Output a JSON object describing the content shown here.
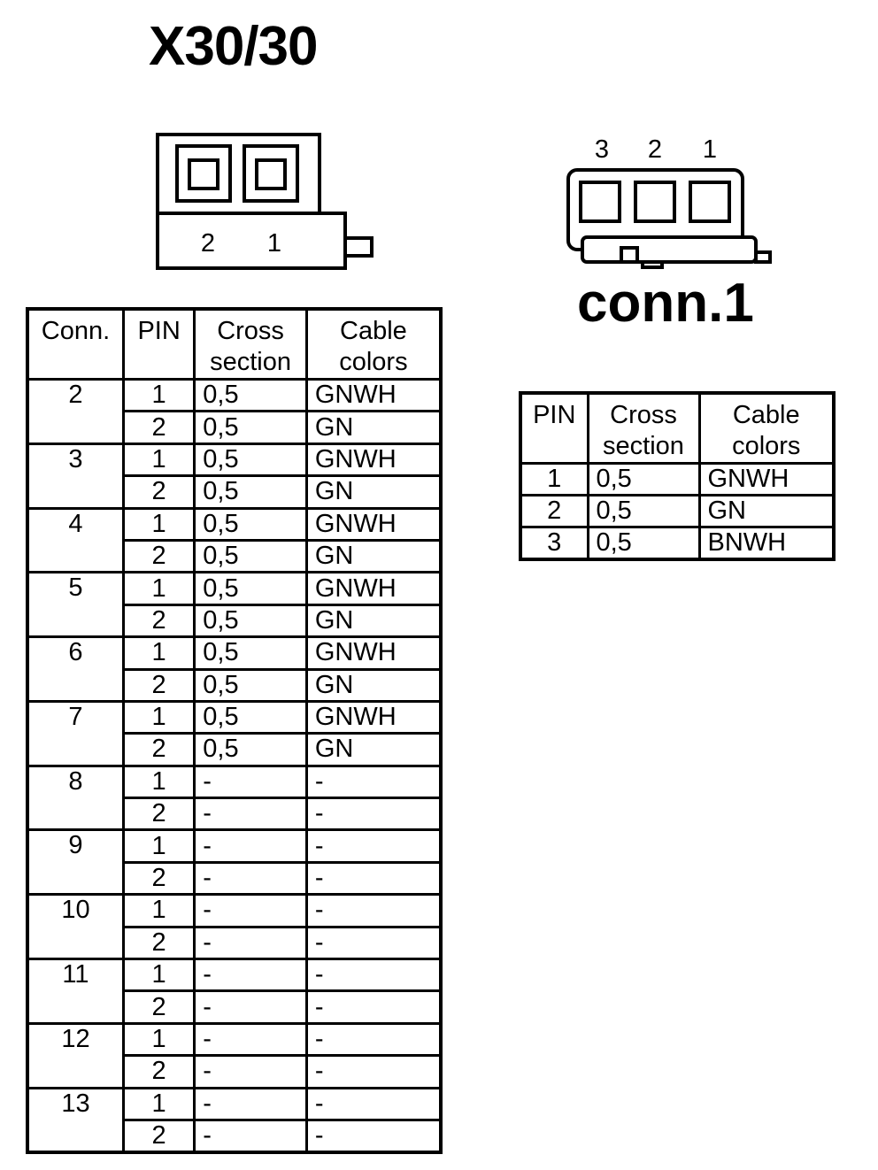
{
  "x30": {
    "title": "X30/30",
    "pin_labels": [
      "2",
      "1"
    ],
    "headers": {
      "conn": "Conn.",
      "pin": "PIN",
      "cross": [
        "Cross",
        "section"
      ],
      "cable": [
        "Cable",
        "colors"
      ]
    },
    "groups": [
      {
        "conn": "2",
        "rows": [
          {
            "pin": "1",
            "cross": "0,5",
            "color": "GNWH"
          },
          {
            "pin": "2",
            "cross": "0,5",
            "color": "GN"
          }
        ]
      },
      {
        "conn": "3",
        "rows": [
          {
            "pin": "1",
            "cross": "0,5",
            "color": "GNWH"
          },
          {
            "pin": "2",
            "cross": "0,5",
            "color": "GN"
          }
        ]
      },
      {
        "conn": "4",
        "rows": [
          {
            "pin": "1",
            "cross": "0,5",
            "color": "GNWH"
          },
          {
            "pin": "2",
            "cross": "0,5",
            "color": "GN"
          }
        ]
      },
      {
        "conn": "5",
        "rows": [
          {
            "pin": "1",
            "cross": "0,5",
            "color": "GNWH"
          },
          {
            "pin": "2",
            "cross": "0,5",
            "color": "GN"
          }
        ]
      },
      {
        "conn": "6",
        "rows": [
          {
            "pin": "1",
            "cross": "0,5",
            "color": "GNWH"
          },
          {
            "pin": "2",
            "cross": "0,5",
            "color": "GN"
          }
        ]
      },
      {
        "conn": "7",
        "rows": [
          {
            "pin": "1",
            "cross": "0,5",
            "color": "GNWH"
          },
          {
            "pin": "2",
            "cross": "0,5",
            "color": "GN"
          }
        ]
      },
      {
        "conn": "8",
        "rows": [
          {
            "pin": "1",
            "cross": "-",
            "color": "-"
          },
          {
            "pin": "2",
            "cross": "-",
            "color": "-"
          }
        ]
      },
      {
        "conn": "9",
        "rows": [
          {
            "pin": "1",
            "cross": "-",
            "color": "-"
          },
          {
            "pin": "2",
            "cross": "-",
            "color": "-"
          }
        ]
      },
      {
        "conn": "10",
        "rows": [
          {
            "pin": "1",
            "cross": "-",
            "color": "-"
          },
          {
            "pin": "2",
            "cross": "-",
            "color": "-"
          }
        ]
      },
      {
        "conn": "11",
        "rows": [
          {
            "pin": "1",
            "cross": "-",
            "color": "-"
          },
          {
            "pin": "2",
            "cross": "-",
            "color": "-"
          }
        ]
      },
      {
        "conn": "12",
        "rows": [
          {
            "pin": "1",
            "cross": "-",
            "color": "-"
          },
          {
            "pin": "2",
            "cross": "-",
            "color": "-"
          }
        ]
      },
      {
        "conn": "13",
        "rows": [
          {
            "pin": "1",
            "cross": "-",
            "color": "-"
          },
          {
            "pin": "2",
            "cross": "-",
            "color": "-"
          }
        ]
      }
    ]
  },
  "conn1": {
    "title": "conn.1",
    "pin_labels": [
      "3",
      "2",
      "1"
    ],
    "headers": {
      "pin": "PIN",
      "cross": [
        "Cross",
        "section"
      ],
      "cable": [
        "Cable",
        "colors"
      ]
    },
    "rows": [
      {
        "pin": "1",
        "cross": "0,5",
        "color": "GNWH"
      },
      {
        "pin": "2",
        "cross": "0,5",
        "color": "GN"
      },
      {
        "pin": "3",
        "cross": "0,5",
        "color": "BNWH"
      }
    ]
  }
}
